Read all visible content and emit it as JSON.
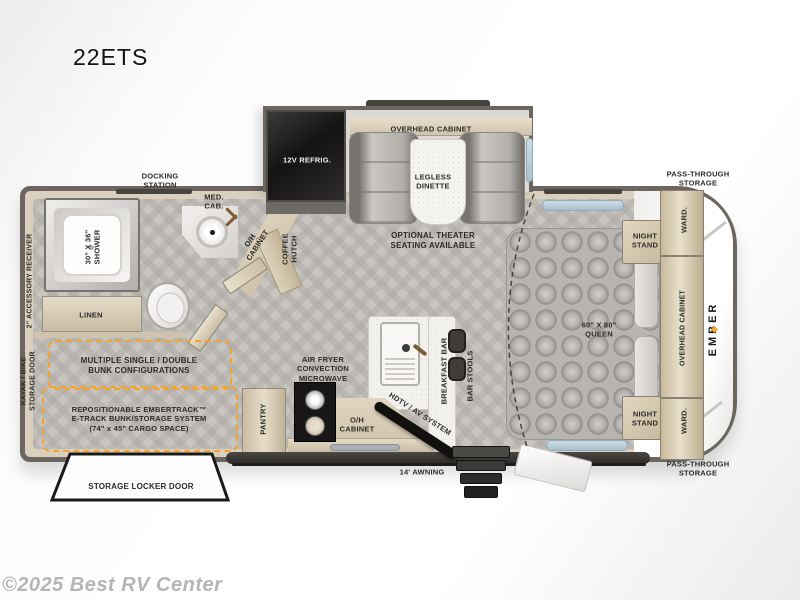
{
  "title": "22ETS",
  "watermark": "©2025 Best RV Center",
  "colors": {
    "wall_tan": "#d2c7b2",
    "outline": "#6b665f",
    "floor_gray": "#c8c4c0",
    "accent_orange": "#f2a42c",
    "window_blue": "#b7c9d4",
    "appliance_black": "#191715",
    "cap_white": "#ffffff"
  },
  "exterior": {
    "docking_station": "DOCKING\nSTATION",
    "accessory_receiver": "2\" ACCESSORY RECEIVER",
    "kayak_bike_door": "KAYAK / BIKE\nSTORAGE DOOR",
    "storage_locker_door": "STORAGE LOCKER DOOR",
    "pass_through_top": "PASS-THROUGH\nSTORAGE",
    "pass_through_bottom": "PASS-THROUGH\nSTORAGE",
    "awning": "14' AWNING",
    "brand": "EMBER"
  },
  "bathroom": {
    "med_cab": "MED.\nCAB.",
    "oh_cabinet": "O/H\nCABINET",
    "shower": "30\" X 36\"\nSHOWER",
    "linen": "LINEN",
    "coffee_hutch": "COFFEE\nHUTCH"
  },
  "dinette": {
    "refrigerator": "12V REFRIG.",
    "overhead_cabinet": "OVERHEAD CABINET",
    "table": "LEGLESS\nDINETTE",
    "note": "OPTIONAL THEATER\nSEATING AVAILABLE"
  },
  "kitchen": {
    "air_fryer": "AIR FRYER\nCONVECTION\nMICROWAVE",
    "oh_cabinet": "O/H\nCABINET",
    "pantry": "PANTRY",
    "breakfast_bar": "BREAKFAST BAR",
    "bar_stools": "BAR STOOLS",
    "hdtv": "HDTV / AV SYSTEM"
  },
  "bedroom": {
    "queen": "60\" X 80\"\nQUEEN",
    "night_stand_top": "NIGHT\nSTAND",
    "night_stand_bottom": "NIGHT\nSTAND",
    "ward_top": "WARD.",
    "ward_bottom": "WARD.",
    "overhead_cabinet": "OVERHEAD CABINET"
  },
  "garage": {
    "bunk_config": "MULTIPLE SINGLE / DOUBLE\nBUNK CONFIGURATIONS",
    "embertrack": "REPOSITIONABLE EMBERTRACK™\nE-TRACK BUNK/STORAGE SYSTEM\n(74\" x 45\" CARGO SPACE)"
  }
}
